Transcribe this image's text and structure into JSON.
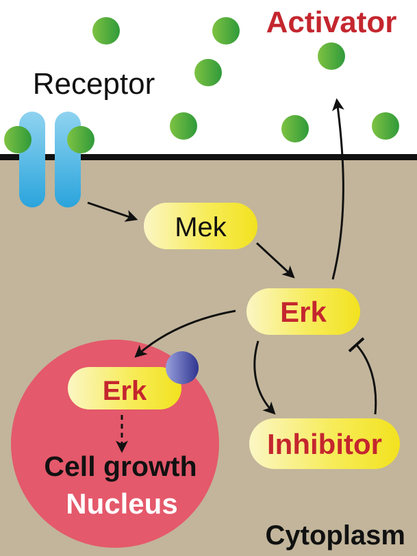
{
  "labels": {
    "activator": "Activator",
    "receptor": "Receptor",
    "mek": "Mek",
    "erk_cytoplasm": "Erk",
    "erk_nucleus": "Erk",
    "inhibitor": "Inhibitor",
    "cell_growth": "Cell growth",
    "nucleus": "Nucleus",
    "cytoplasm": "Cytoplasm"
  },
  "colors": {
    "extracellular": "#ffffff",
    "cytoplasm": "#c2b59b",
    "membrane": "#111111",
    "nucleus": "#e4596b",
    "receptor": "#5bbfe8",
    "activator_ligand": "#4fae3a",
    "kinase_pill": "#f5ea43",
    "highlight_text": "#c4262e",
    "phosphate": "#4b4fa8",
    "arrow": "#111111"
  }
}
